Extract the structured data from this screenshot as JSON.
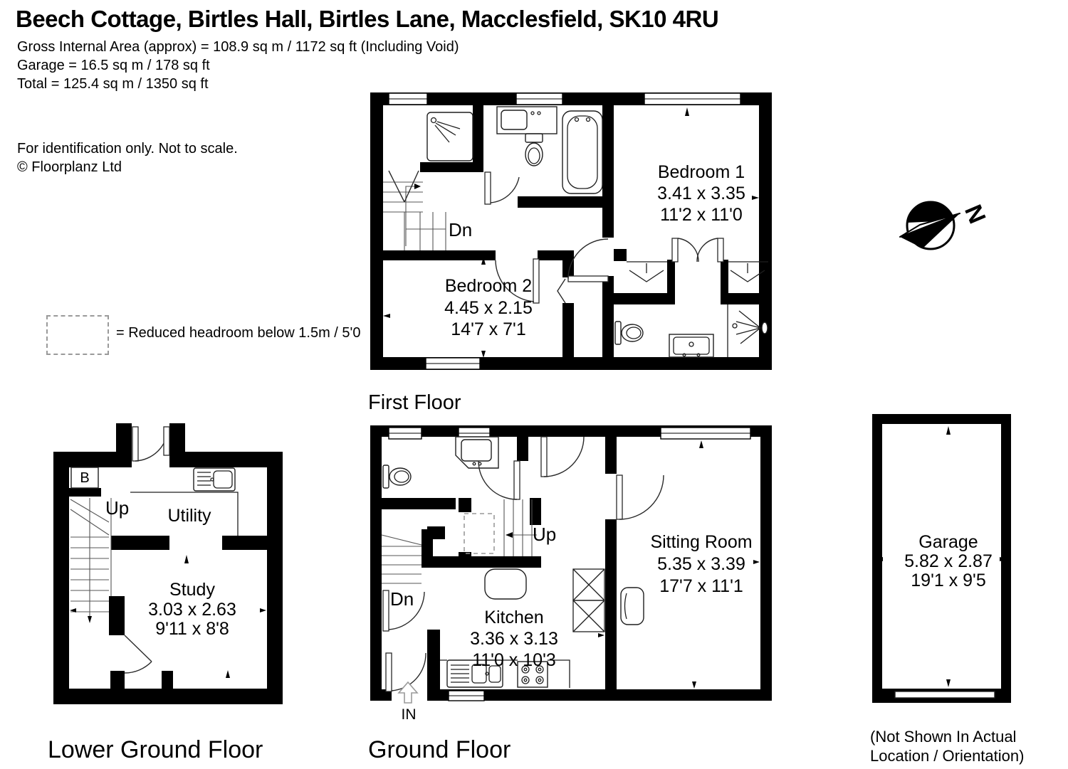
{
  "header": {
    "title": "Beech Cottage, Birtles Hall, Birtles Lane, Macclesfield, SK10 4RU",
    "area_line1": "Gross Internal Area (approx) = 108.9 sq m / 1172 sq ft (Including Void)",
    "area_line2": "Garage = 16.5 sq m / 178 sq ft",
    "area_line3": "Total = 125.4 sq m / 1350 sq ft"
  },
  "disclaimer": {
    "line1": "For identification only. Not to scale.",
    "line2": "© Floorplanz Ltd"
  },
  "legend": {
    "text": "= Reduced headroom below 1.5m / 5'0"
  },
  "compass": {
    "north": "N"
  },
  "colors": {
    "wall": "#000000",
    "background": "#ffffff",
    "legend_dash": "#999999"
  },
  "first_floor": {
    "title": "First Floor",
    "dn": "Dn",
    "bedroom1": {
      "name": "Bedroom 1",
      "metric": "3.41 x 3.35",
      "imperial": "11'2 x 11'0"
    },
    "bedroom2": {
      "name": "Bedroom 2",
      "metric": "4.45 x 2.15",
      "imperial": "14'7 x 7'1"
    }
  },
  "ground_floor": {
    "title": "Ground Floor",
    "up": "Up",
    "dn": "Dn",
    "in_label": "IN",
    "sitting_room": {
      "name": "Sitting Room",
      "metric": "5.35 x 3.39",
      "imperial": "17'7 x 11'1"
    },
    "kitchen": {
      "name": "Kitchen",
      "metric": "3.36 x 3.13",
      "imperial": "11'0 x 10'3"
    }
  },
  "lower_ground_floor": {
    "title": "Lower Ground Floor",
    "up": "Up",
    "boiler": "B",
    "utility": {
      "name": "Utility"
    },
    "study": {
      "name": "Study",
      "metric": "3.03 x 2.63",
      "imperial": "9'11 x 8'8"
    }
  },
  "garage": {
    "name": "Garage",
    "metric": "5.82 x 2.87",
    "imperial": "19'1 x 9'5",
    "note1": "(Not Shown In Actual",
    "note2": "Location / Orientation)"
  }
}
